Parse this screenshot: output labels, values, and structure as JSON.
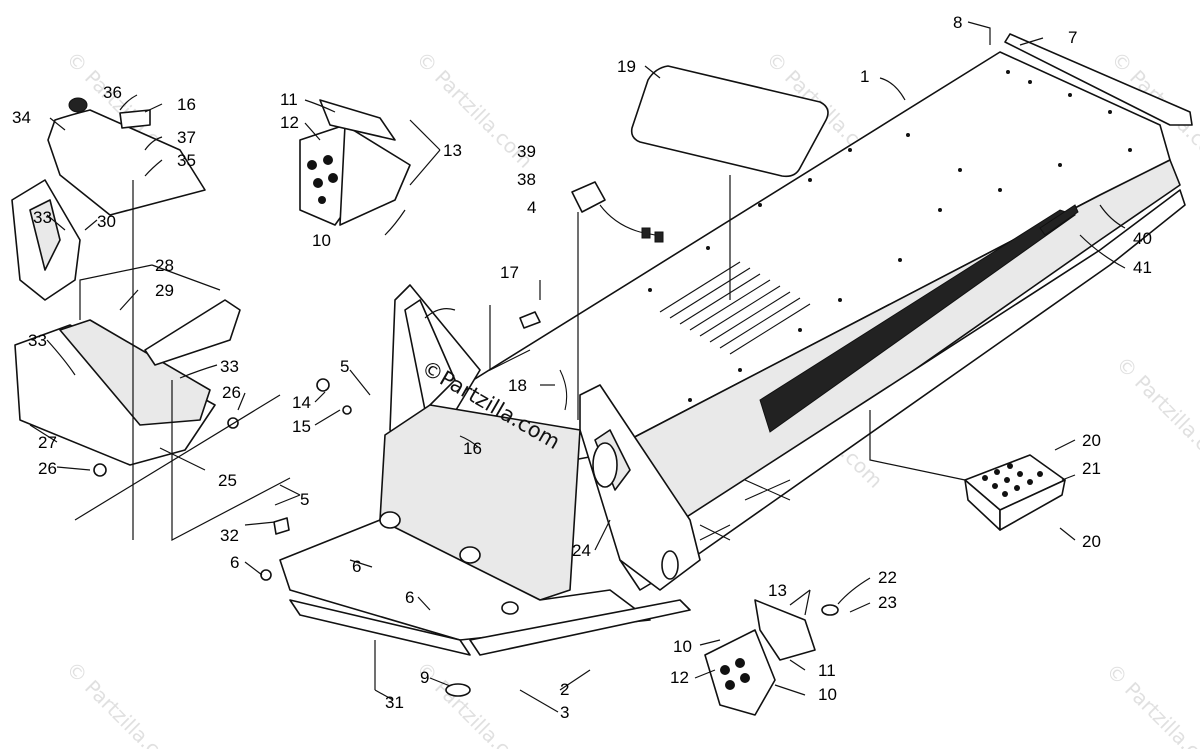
{
  "watermark": {
    "text": "© Partzilla.com",
    "center_text": "©Partzilla.com"
  },
  "callouts": {
    "c1": "1",
    "c2": "2",
    "c3": "3",
    "c4": "4",
    "c5a": "5",
    "c5b": "5",
    "c6a": "6",
    "c6b": "6",
    "c6c": "6",
    "c7": "7",
    "c8": "8",
    "c9": "9",
    "c10a": "10",
    "c10b": "10",
    "c10c": "10",
    "c11a": "11",
    "c11b": "11",
    "c12a": "12",
    "c12b": "12",
    "c13a": "13",
    "c13b": "13",
    "c14": "14",
    "c15": "15",
    "c16a": "16",
    "c16b": "16",
    "c17": "17",
    "c18": "18",
    "c19": "19",
    "c20a": "20",
    "c20b": "20",
    "c21": "21",
    "c22": "22",
    "c23": "23",
    "c24": "24",
    "c25": "25",
    "c26a": "26",
    "c26b": "26",
    "c27": "27",
    "c28": "28",
    "c29": "29",
    "c30": "30",
    "c31": "31",
    "c32": "32",
    "c33a": "33",
    "c33b": "33",
    "c33c": "33",
    "c34": "34",
    "c35": "35",
    "c36": "36",
    "c37": "37",
    "c38": "38",
    "c39": "39",
    "c40": "40",
    "c41": "41"
  }
}
